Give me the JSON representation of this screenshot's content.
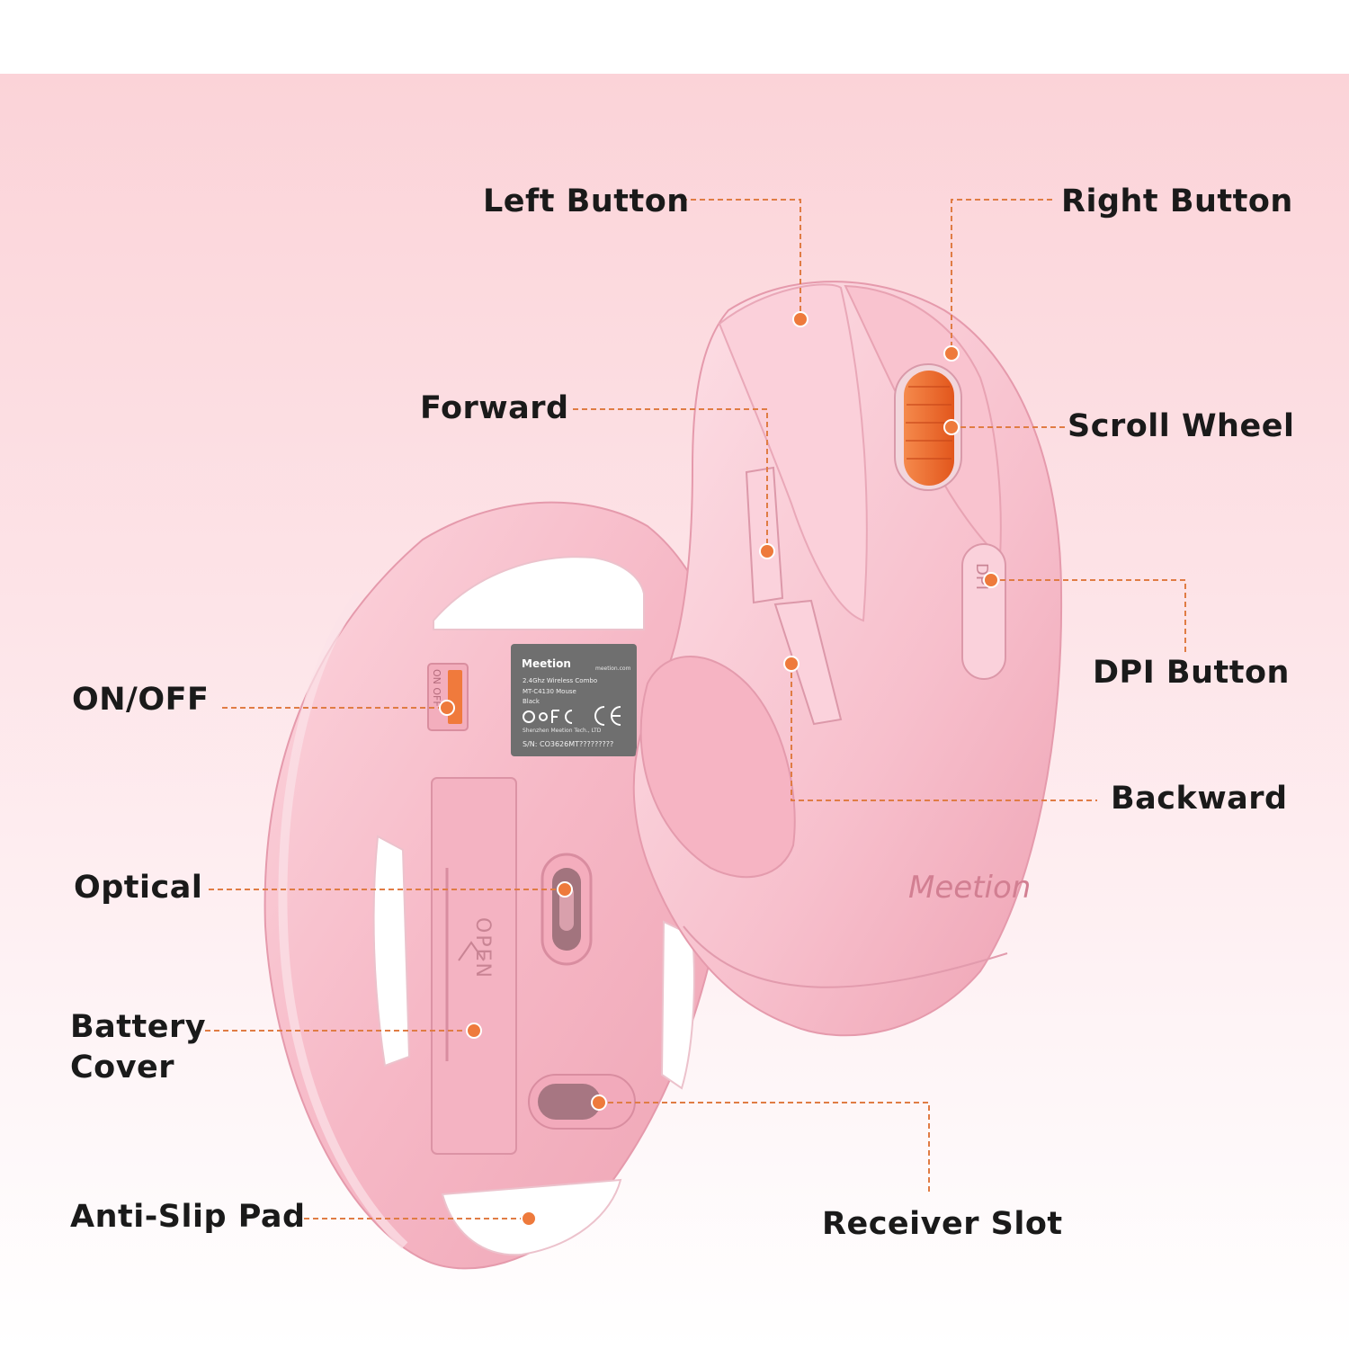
{
  "colors": {
    "accent": "#e87a3a",
    "mouse_pink": "#f6b9c6",
    "scroll_wheel": "#f0702f",
    "label_text": "#1a1a1a"
  },
  "labels": {
    "left_button": "Left Button",
    "right_button": "Right Button",
    "forward": "Forward",
    "scroll_wheel": "Scroll Wheel",
    "on_off": "ON/OFF",
    "dpi_button": "DPI Button",
    "backward": "Backward",
    "optical": "Optical",
    "battery_cover_line1": "Battery",
    "battery_cover_line2": "Cover",
    "anti_slip_pad": "Anti-Slip Pad",
    "receiver_slot": "Receiver Slot"
  },
  "product": {
    "brand_logo": "Meetion",
    "sticker": {
      "brand": "Meetion",
      "site": "meetion.com",
      "line1": "2.4Ghz Wireless Combo",
      "line2": "MT-C4130 Mouse",
      "line3": "Black",
      "maker": "Shenzhen Meetion Tech., LTD",
      "serial": "S/N: CO3626MT?????????"
    },
    "switch_text": "ON OFF",
    "battery_text": "OPEN",
    "dpi_text": "DPI"
  }
}
